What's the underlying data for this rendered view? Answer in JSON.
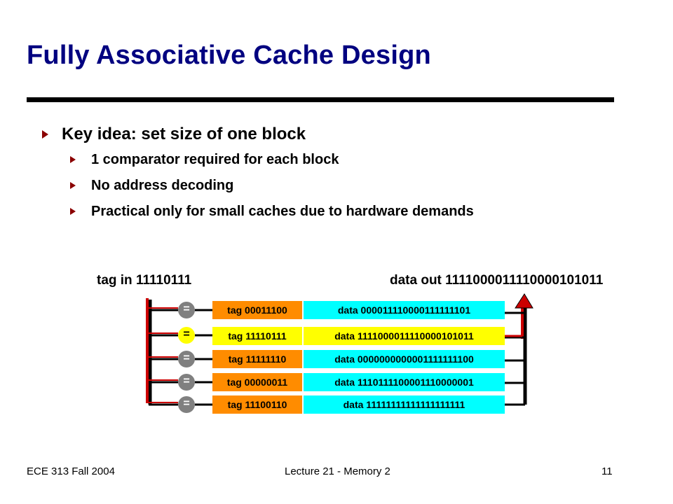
{
  "slide": {
    "title": "Fully Associative Cache Design",
    "bullets": [
      {
        "text": "Key idea: set size of one block"
      },
      {
        "text": "1 comparator required for each block"
      },
      {
        "text": "No address decoding"
      },
      {
        "text": "Practical only for small caches due to hardware demands"
      }
    ]
  },
  "diagram": {
    "tag_in_label": "tag in 11110111",
    "data_out_label": "data out 1111000011110000101011",
    "comparator_symbol": "=",
    "rows": [
      {
        "tag": "tag 00011100",
        "data": "data 000011110000111111101",
        "match": false
      },
      {
        "tag": "tag 11110111",
        "data": "data 1111000011110000101011",
        "match": true
      },
      {
        "tag": "tag 11111110",
        "data": "data 0000000000001111111100",
        "match": false
      },
      {
        "tag": "tag 00000011",
        "data": "data 1110111100001110000001",
        "match": false
      },
      {
        "tag": "tag 11100110",
        "data": "data 11111111111111111111",
        "match": false
      }
    ],
    "colors": {
      "tag_cell": "#ff8c00",
      "data_cell": "#00ffff",
      "match_highlight": "#ffff00",
      "wire_active": "#cc0000",
      "comparator": "#808080",
      "title": "#000080"
    }
  },
  "footer": {
    "left": "ECE 313 Fall 2004",
    "center": "Lecture 21 - Memory 2",
    "page_number": "11"
  }
}
